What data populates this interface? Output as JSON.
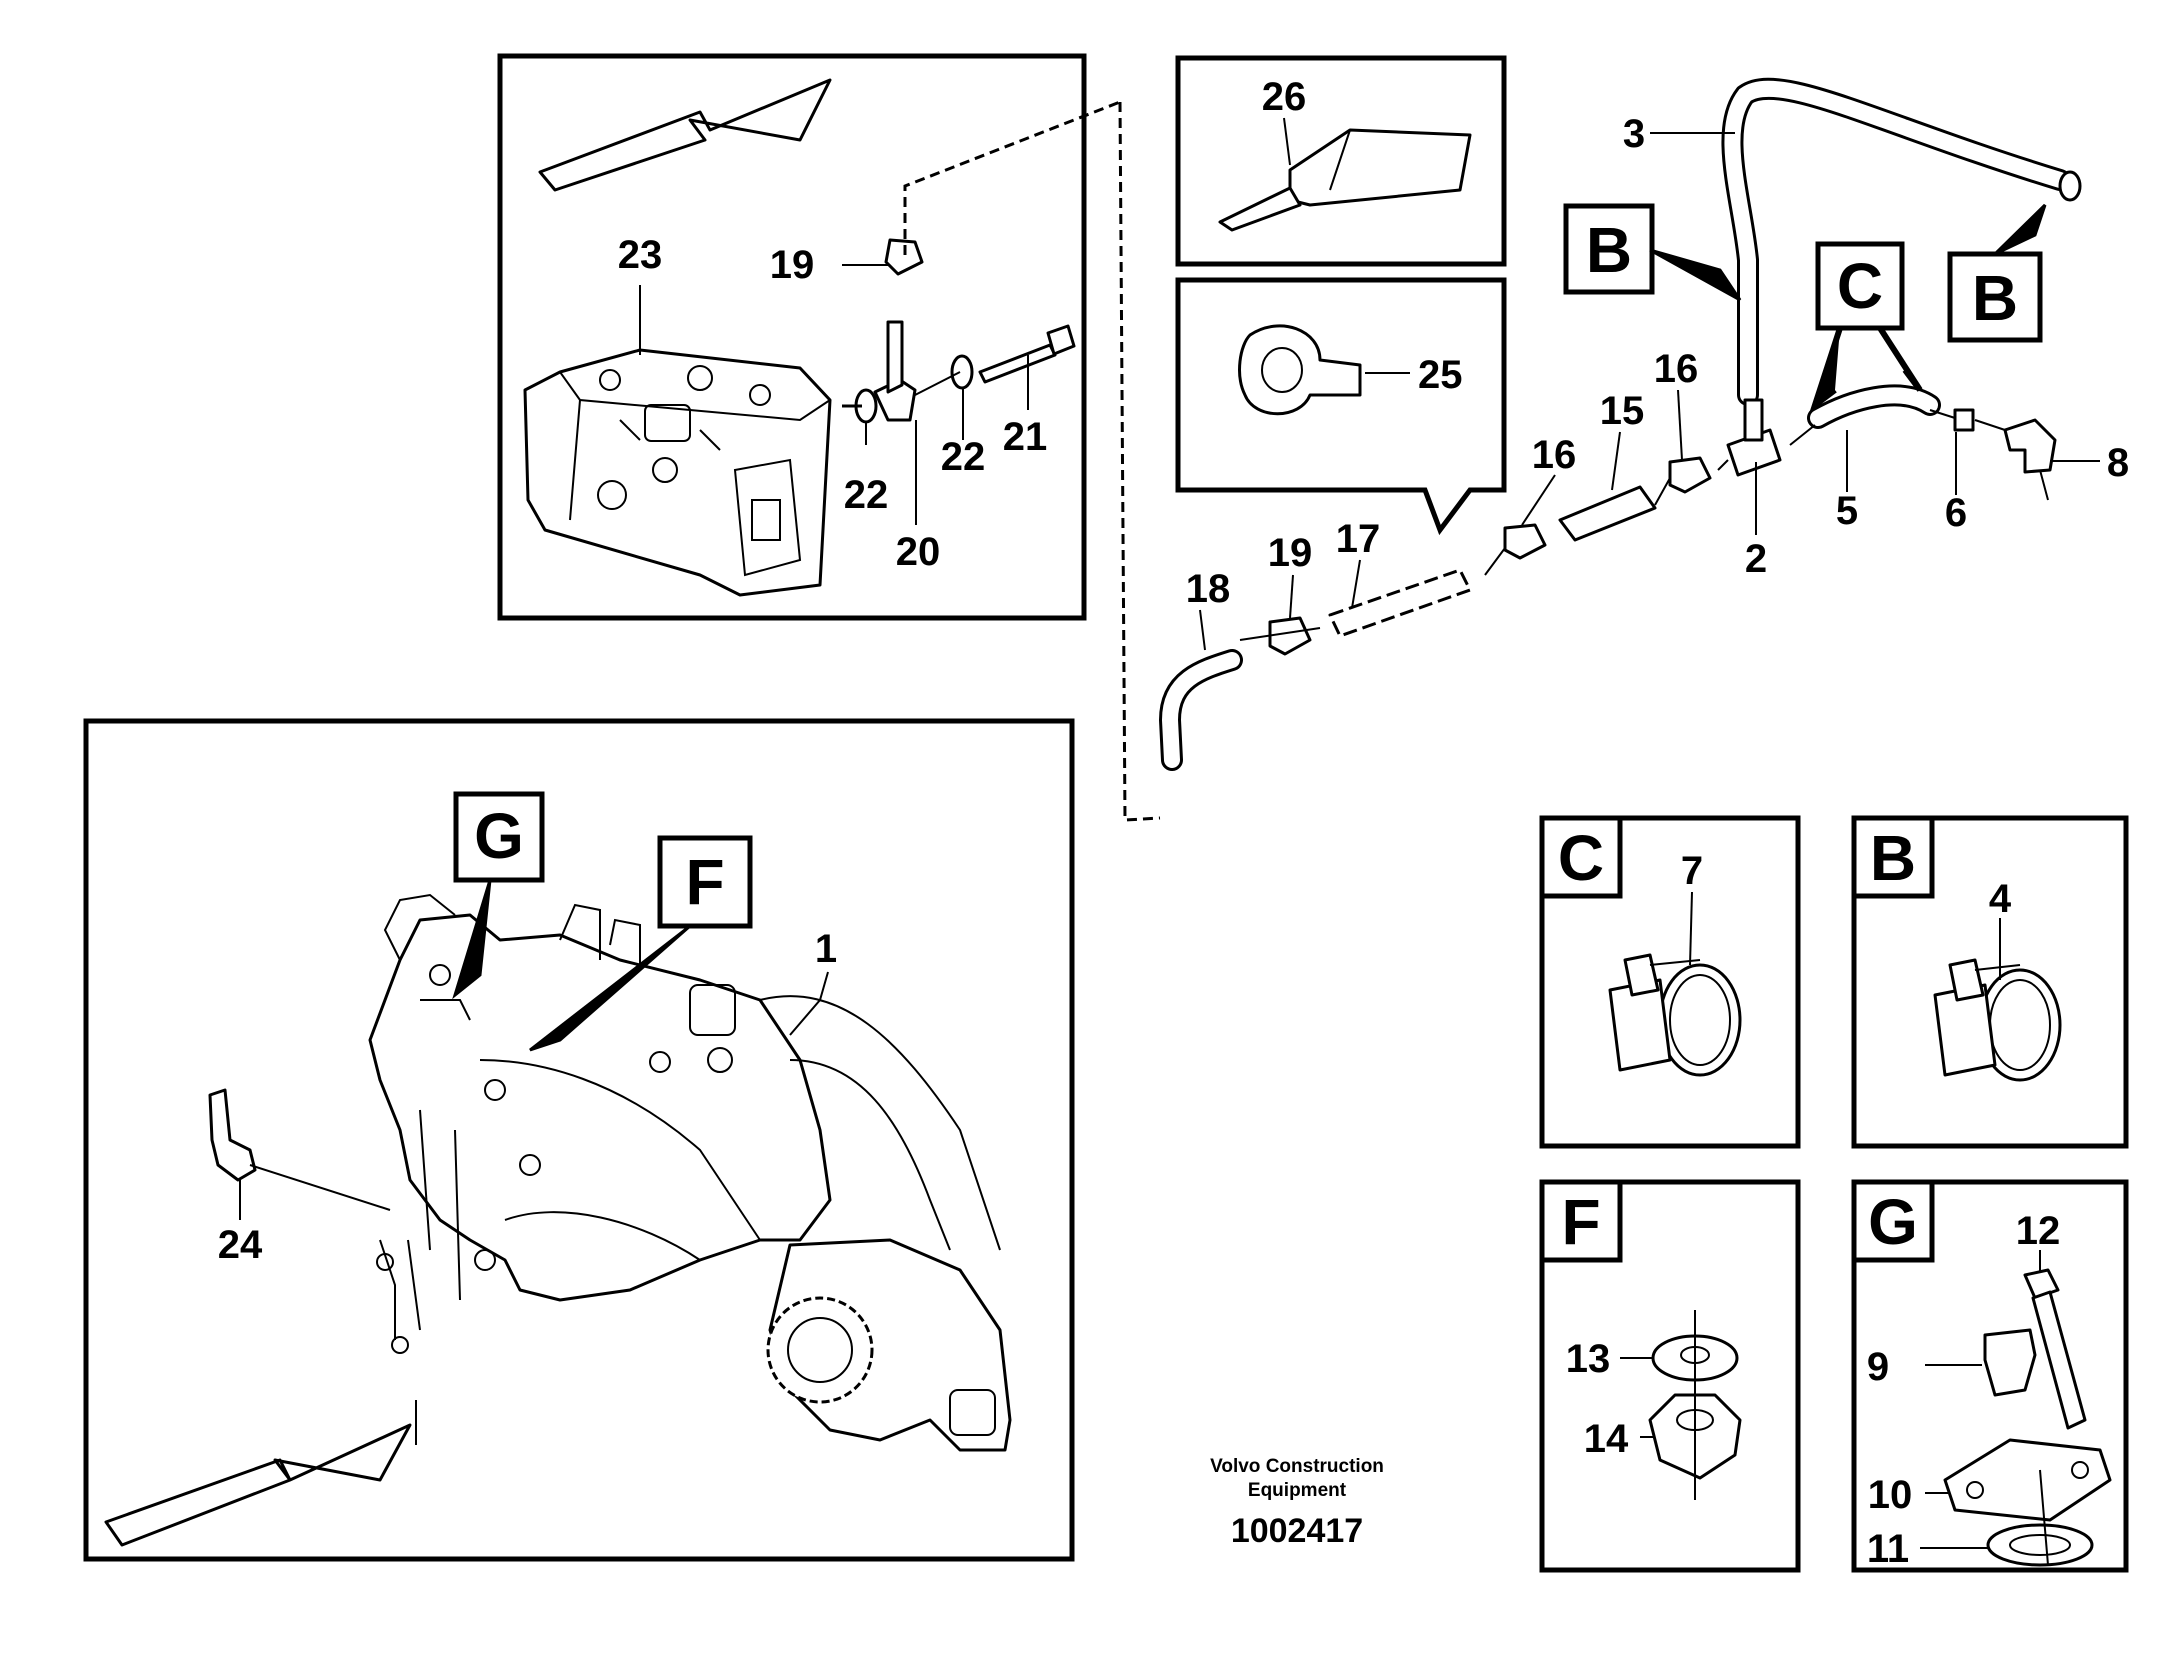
{
  "caption": {
    "company_line1": "Volvo Construction",
    "company_line2": "Equipment",
    "drawing_number": "1002417"
  },
  "labels": {
    "p1": "1",
    "p2": "2",
    "p3": "3",
    "p4": "4",
    "p5": "5",
    "p6": "6",
    "p7": "7",
    "p8": "8",
    "p9": "9",
    "p10": "10",
    "p11": "11",
    "p12": "12",
    "p13": "13",
    "p14": "14",
    "p15": "15",
    "p16a": "16",
    "p16b": "16",
    "p17": "17",
    "p18": "18",
    "p19a": "19",
    "p19b": "19",
    "p20": "20",
    "p21": "21",
    "p22a": "22",
    "p22b": "22",
    "p23": "23",
    "p24": "24",
    "p25": "25",
    "p26": "26"
  },
  "callouts": {
    "b_top1": "B",
    "b_top2": "B",
    "c_top": "C",
    "g_main": "G",
    "f_main": "F",
    "c_detail": "C",
    "b_detail": "B",
    "f_detail": "F",
    "g_detail": "G"
  }
}
